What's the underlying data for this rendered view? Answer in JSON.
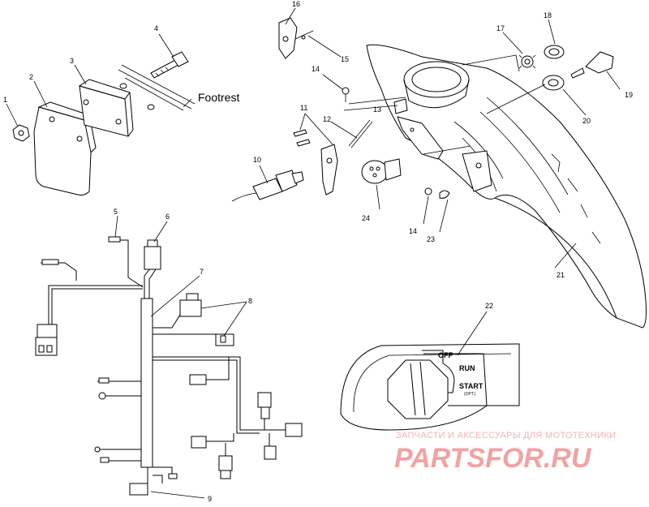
{
  "labels": {
    "footrest": "Footrest",
    "off": "OFF",
    "run": "RUN",
    "start": "START",
    "start_sub": "(OPT.)"
  },
  "callouts": [
    "1",
    "2",
    "3",
    "4",
    "5",
    "6",
    "7",
    "8",
    "9",
    "10",
    "11",
    "12",
    "13",
    "14",
    "14",
    "15",
    "16",
    "17",
    "18",
    "19",
    "20",
    "21",
    "22",
    "23",
    "24"
  ],
  "watermark": {
    "tagline": "ЗАПЧАСТИ И АКСЕССУАРЫ ДЛЯ МОТОТЕХНИКИ",
    "logo": "PARTSFOR.RU"
  }
}
